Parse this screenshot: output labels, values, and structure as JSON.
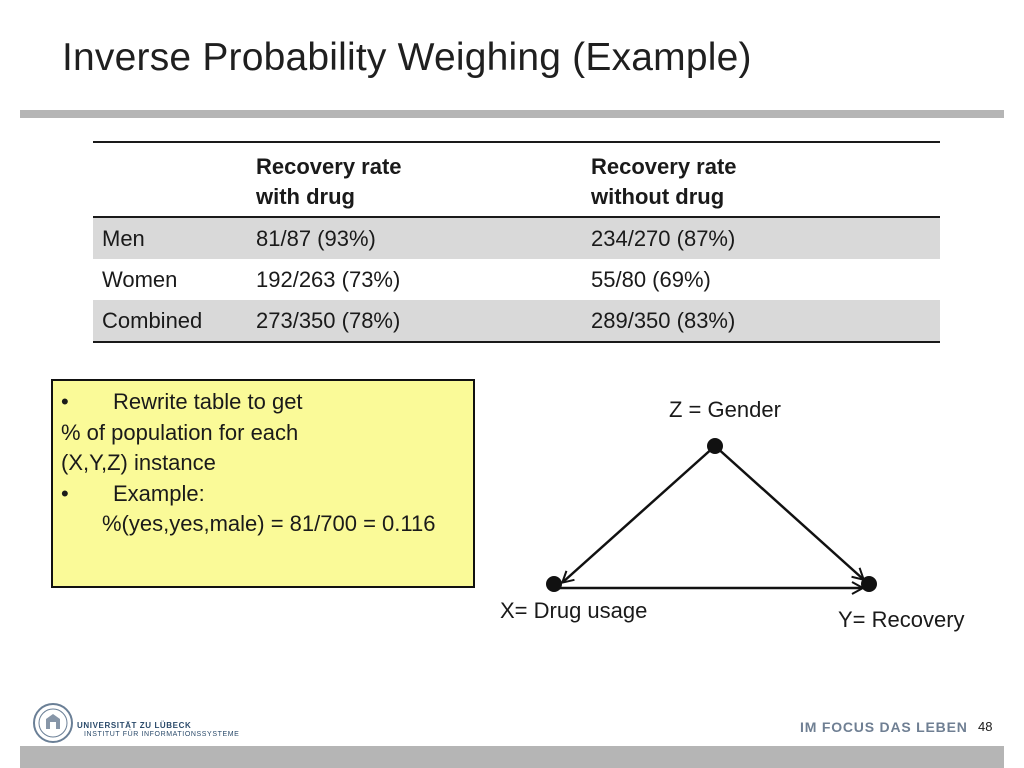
{
  "slide": {
    "title": "Inverse Probability Weighing (Example)",
    "page_number": "48"
  },
  "table": {
    "headers": [
      [
        "",
        ""
      ],
      [
        "Recovery rate",
        "with drug"
      ],
      [
        "Recovery rate",
        "without drug"
      ]
    ],
    "rows": [
      {
        "group": "Men",
        "with_drug": "81/87 (93%)",
        "without_drug": "234/270 (87%)",
        "shaded": true
      },
      {
        "group": "Women",
        "with_drug": "192/263 (73%)",
        "without_drug": "55/80 (69%)",
        "shaded": false
      },
      {
        "group": "Combined",
        "with_drug": "273/350 (78%)",
        "without_drug": "289/350 (83%)",
        "shaded": true
      }
    ]
  },
  "note": {
    "bullet_symbol": "•",
    "item1_line1": "Rewrite table to get",
    "item1_line2": "% of population for each",
    "item1_line3": "(X,Y,Z) instance",
    "item2_line1": "Example:",
    "item2_line2": "%(yes,yes,male) = 81/700 = 0.116"
  },
  "diagram": {
    "nodes": {
      "z": "Z = Gender",
      "x": "X= Drug usage",
      "y": "Y= Recovery"
    },
    "edges": [
      {
        "from": "z",
        "to": "x"
      },
      {
        "from": "z",
        "to": "y"
      },
      {
        "from": "x",
        "to": "y"
      }
    ]
  },
  "footer": {
    "university": "UNIVERSITÄT ZU LÜBECK",
    "institute": "INSTITUT FÜR INFORMATIONSSYSTEME",
    "slogan": "IM FOCUS DAS LEBEN"
  },
  "colors": {
    "note_background": "#fafa98",
    "row_shade": "#d9d9d9",
    "rule_gray": "#b5b5b5",
    "slogan": "#6f7f93"
  }
}
